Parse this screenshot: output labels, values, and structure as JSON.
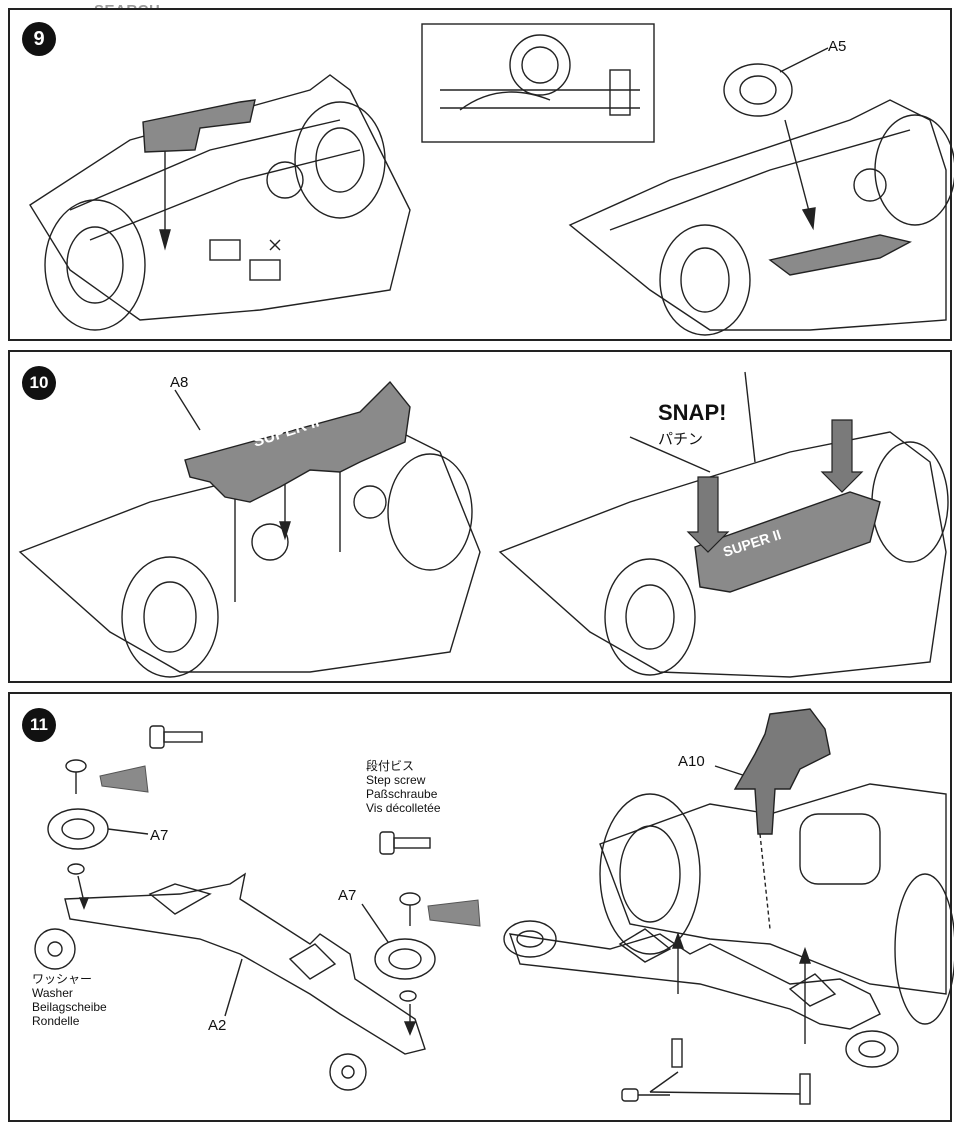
{
  "watermark": {
    "text": "SEARCH"
  },
  "steps": {
    "step9": {
      "number": "9",
      "labels": {
        "a5": "A5"
      }
    },
    "step10": {
      "number": "10",
      "labels": {
        "a8": "A8",
        "snap": "SNAP!",
        "snap_jp": "パチン"
      }
    },
    "step11": {
      "number": "11",
      "labels": {
        "a7_left": "A7",
        "a7_right": "A7",
        "a2": "A2",
        "a10": "A10",
        "step_screw": [
          "段付ビス",
          "Step screw",
          "Paßschraube",
          "Vis décolletée"
        ],
        "washer": [
          "ワッシャー",
          "Washer",
          "Beilagscheibe",
          "Rondelle"
        ]
      }
    }
  },
  "colors": {
    "line": "#222222",
    "part_fill": "#8a8a8a",
    "part_dark": "#555555",
    "white": "#ffffff"
  }
}
